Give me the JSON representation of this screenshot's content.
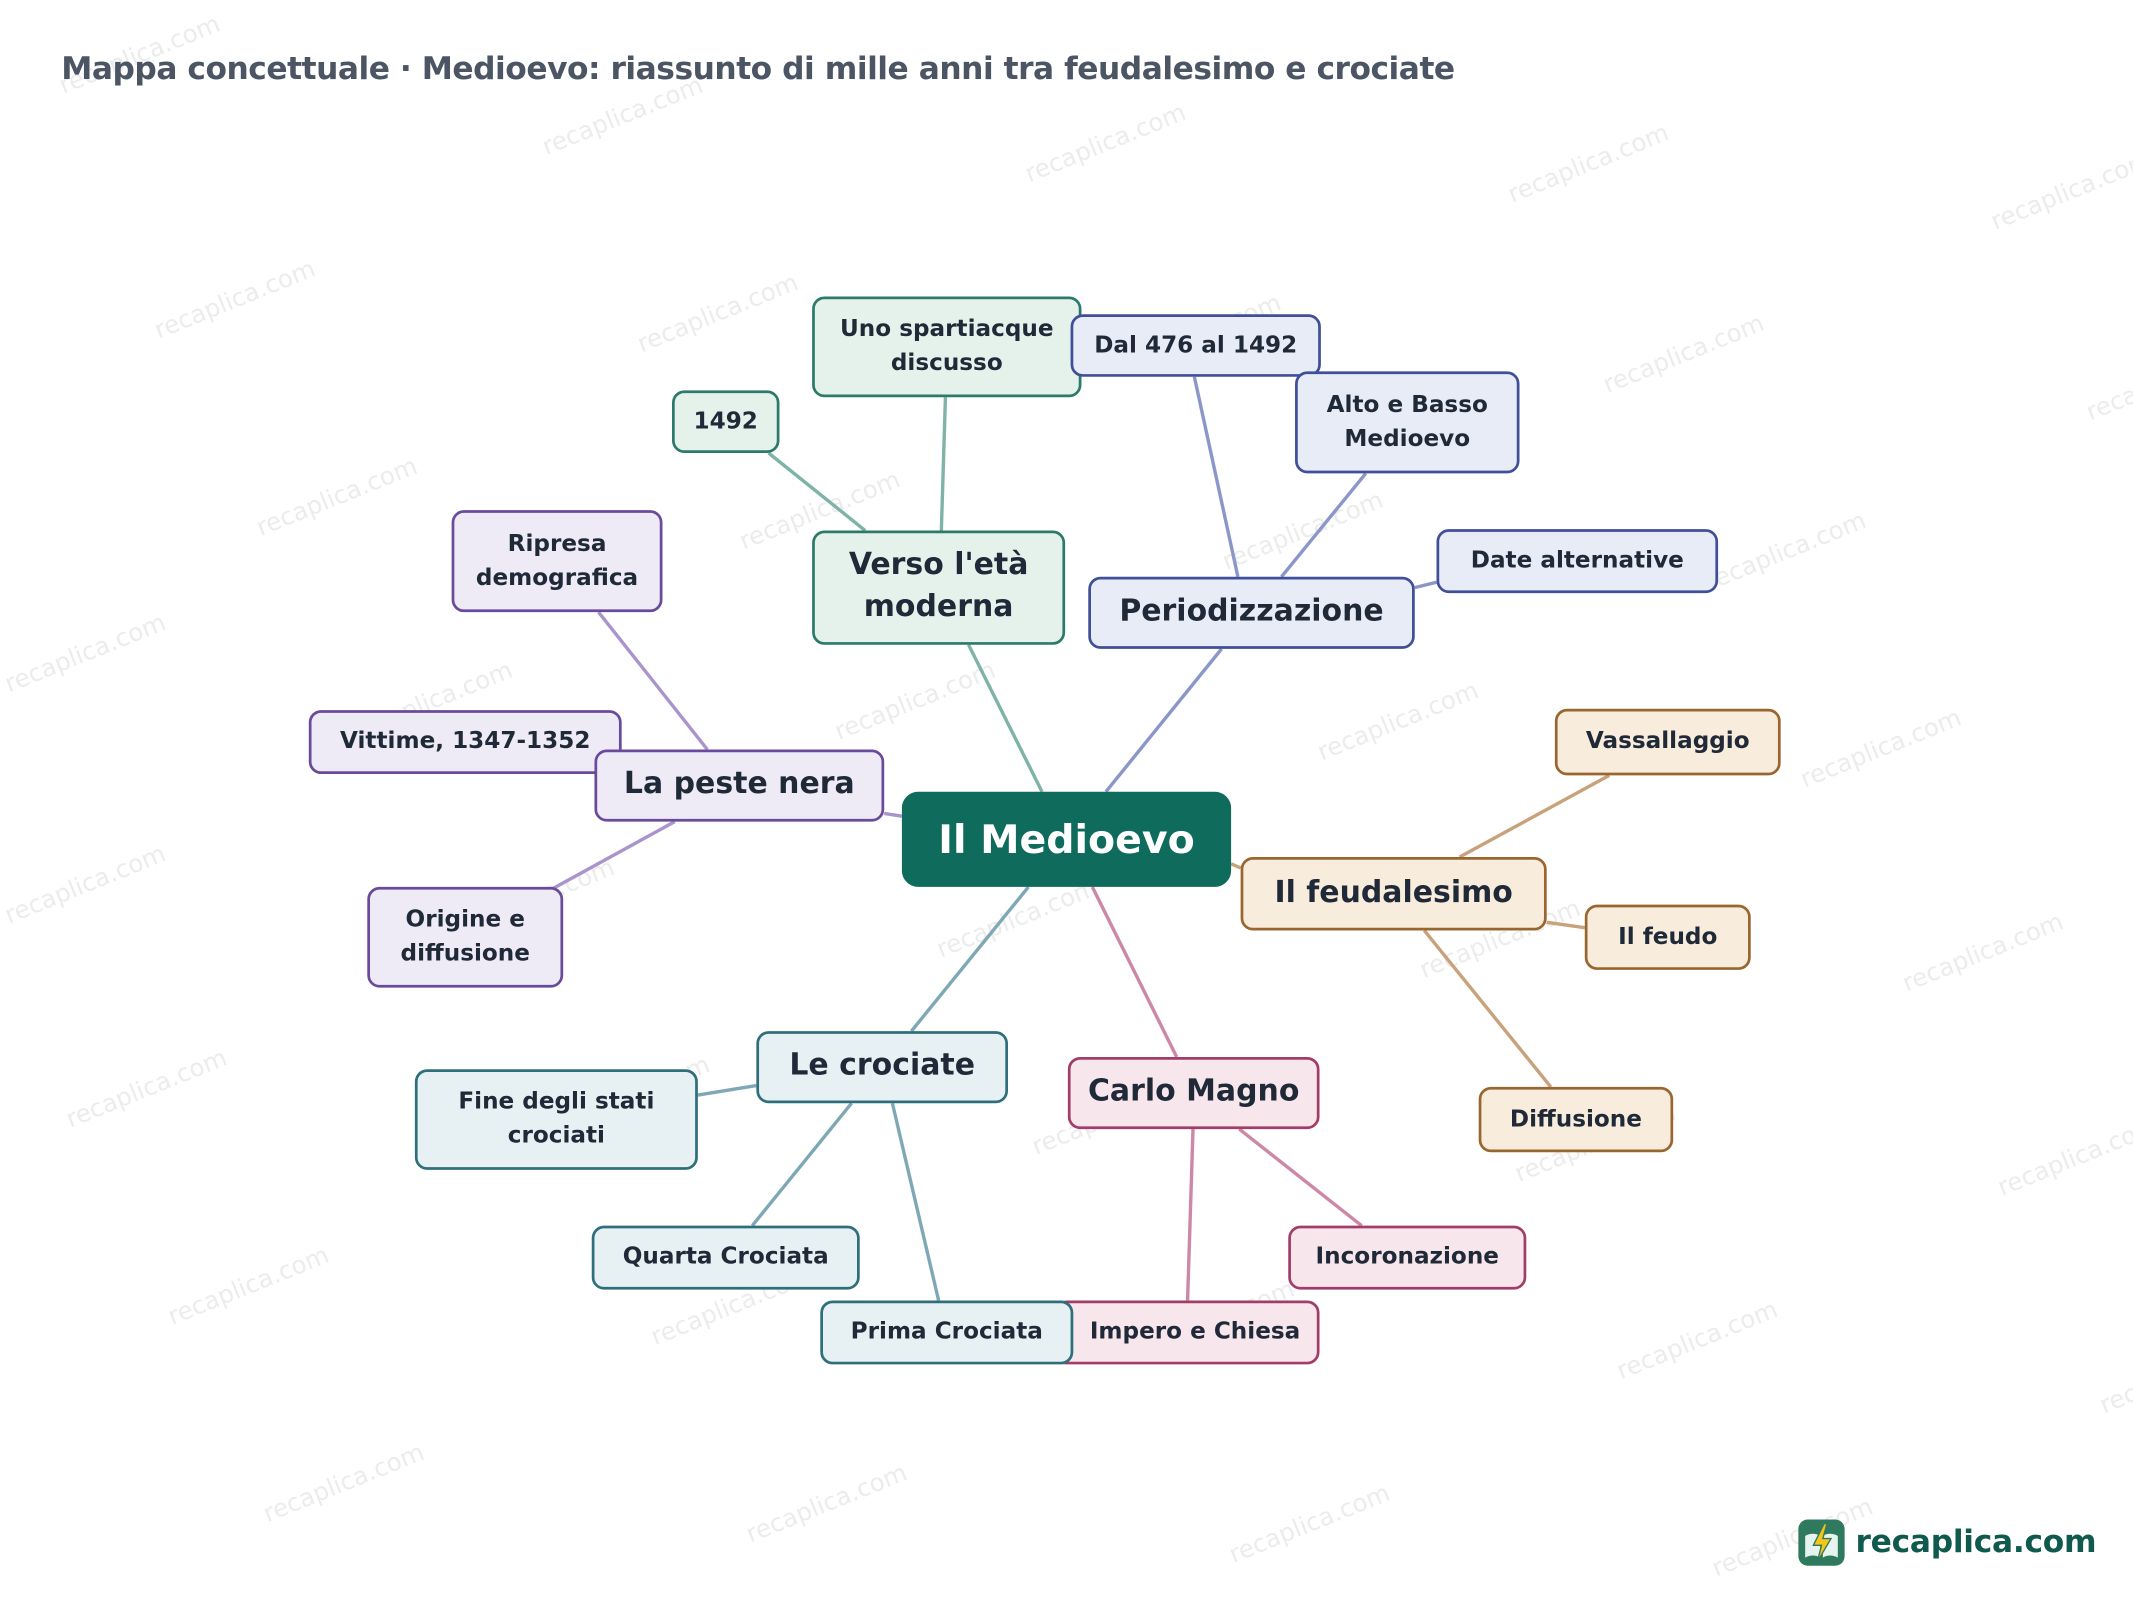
{
  "title": "Mappa concettuale · Medioevo: riassunto di mille anni tra feudalesimo e crociate",
  "watermark": "recaplica.com",
  "brand": {
    "name": "recaplica.com",
    "icon": "lightning-book-icon",
    "color": "#0f5a4c"
  },
  "root": {
    "label": "Il Medioevo",
    "color": "#0f6b5c"
  },
  "branches": {
    "verso": {
      "label": "Verso l'età moderna",
      "color": "#2c7a6a",
      "children": [
        "Uno spartiacque discusso",
        "1492"
      ]
    },
    "periodizzazione": {
      "label": "Periodizzazione",
      "color": "#3f4f9a",
      "children": [
        "Dal 476 al 1492",
        "Alto e Basso Medioevo",
        "Date alternative"
      ]
    },
    "peste": {
      "label": "La peste nera",
      "color": "#6a4a9a",
      "children": [
        "Ripresa demografica",
        "Vittime, 1347-1352",
        "Origine e diffusione"
      ]
    },
    "feudalesimo": {
      "label": "Il feudalesimo",
      "color": "#9a6630",
      "children": [
        "Vassallaggio",
        "Il feudo",
        "Diffusione"
      ]
    },
    "crociate": {
      "label": "Le crociate",
      "color": "#2f6f7c",
      "children": [
        "Fine degli stati crociati",
        "Quarta Crociata",
        "Prima Crociata"
      ]
    },
    "carlo": {
      "label": "Carlo Magno",
      "color": "#a23d68",
      "children": [
        "Incoronazione",
        "Impero e Chiesa"
      ]
    }
  }
}
